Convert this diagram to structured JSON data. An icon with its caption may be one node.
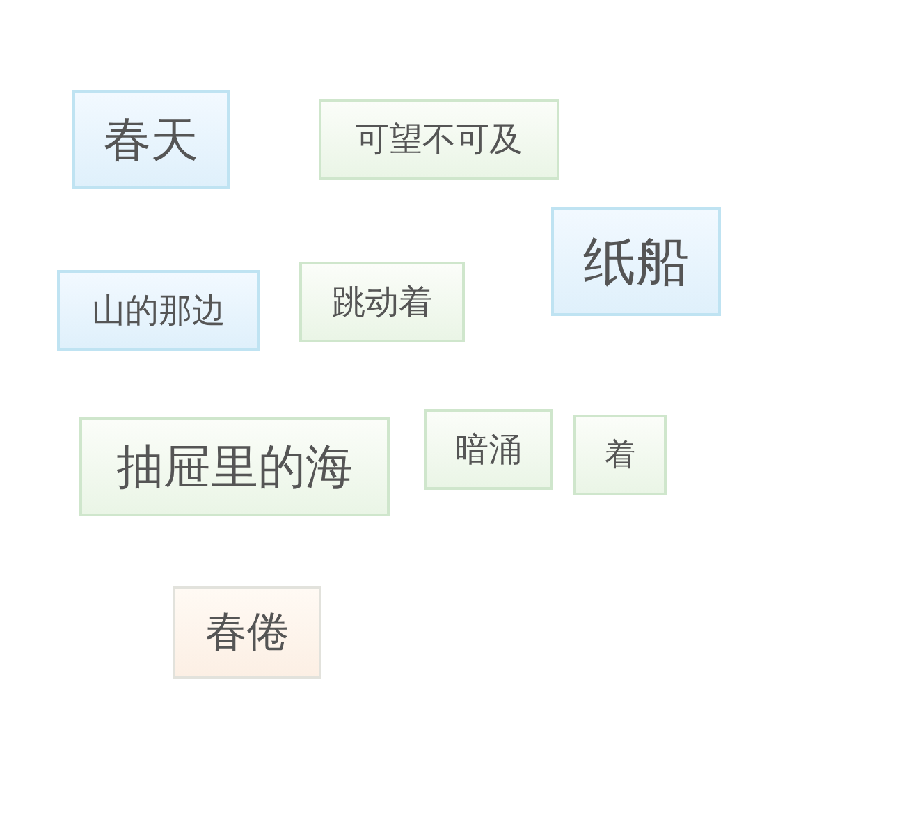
{
  "diagram": {
    "nodes": [
      {
        "text": [
          "春天"
        ]
      },
      {
        "text": [
          "可望不可及"
        ]
      },
      {
        "text": [
          "纸船"
        ]
      },
      {
        "text": [
          "山的那边"
        ]
      },
      {
        "text": [
          "跳动着"
        ]
      },
      {
        "text": [
          "抽屉里的海"
        ]
      },
      {
        "text": [
          "暗涌"
        ]
      },
      {
        "text": [
          "着"
        ]
      },
      {
        "text": [
          "春倦"
        ]
      }
    ]
  }
}
